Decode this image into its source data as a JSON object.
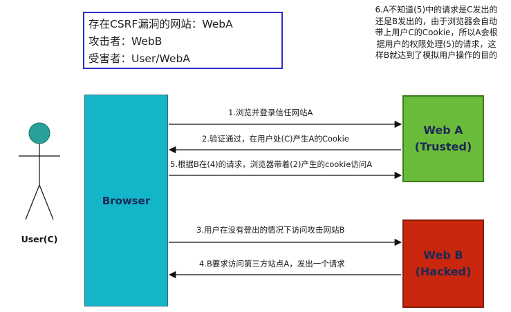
{
  "legend": {
    "line1": "存在CSRF漏洞的网站：WebA",
    "line2": "攻击者：WebB",
    "line3": "受害者：User/WebA"
  },
  "note": {
    "line1": "6.A不知道(5)中的请求是C发出的",
    "line2": "还是B发出的，由于浏览器会自动",
    "line3": "带上用户C的Cookie，所以A会根",
    "line4": "据用户的权限处理(5)的请求，这",
    "line5": "样B就达到了模拟用户操作的目的"
  },
  "nodes": {
    "user": "User(C)",
    "browser": "Browser",
    "webA": {
      "name": "Web A",
      "tag": "(Trusted)"
    },
    "webB": {
      "name": "Web B",
      "tag": "(Hacked)"
    }
  },
  "messages": {
    "m1": "1.浏览并登录信任网站A",
    "m2": "2.验证通过，在用户处(C)产生A的Cookie",
    "m5": "5.根据B在(4)的请求，浏览器带着(2)产生的cookie访问A",
    "m3": "3.用户在没有登出的情况下访问攻击网站B",
    "m4": "4.B要求访问第三方站点A，发出一个请求"
  },
  "colors": {
    "legend_border": "#2d2dc8",
    "browser_fill": "#13b5c9",
    "webA_fill": "#6bbb3a",
    "webB_fill": "#c8260d",
    "user_head": "#2aa198",
    "node_text": "#1c2a55"
  }
}
